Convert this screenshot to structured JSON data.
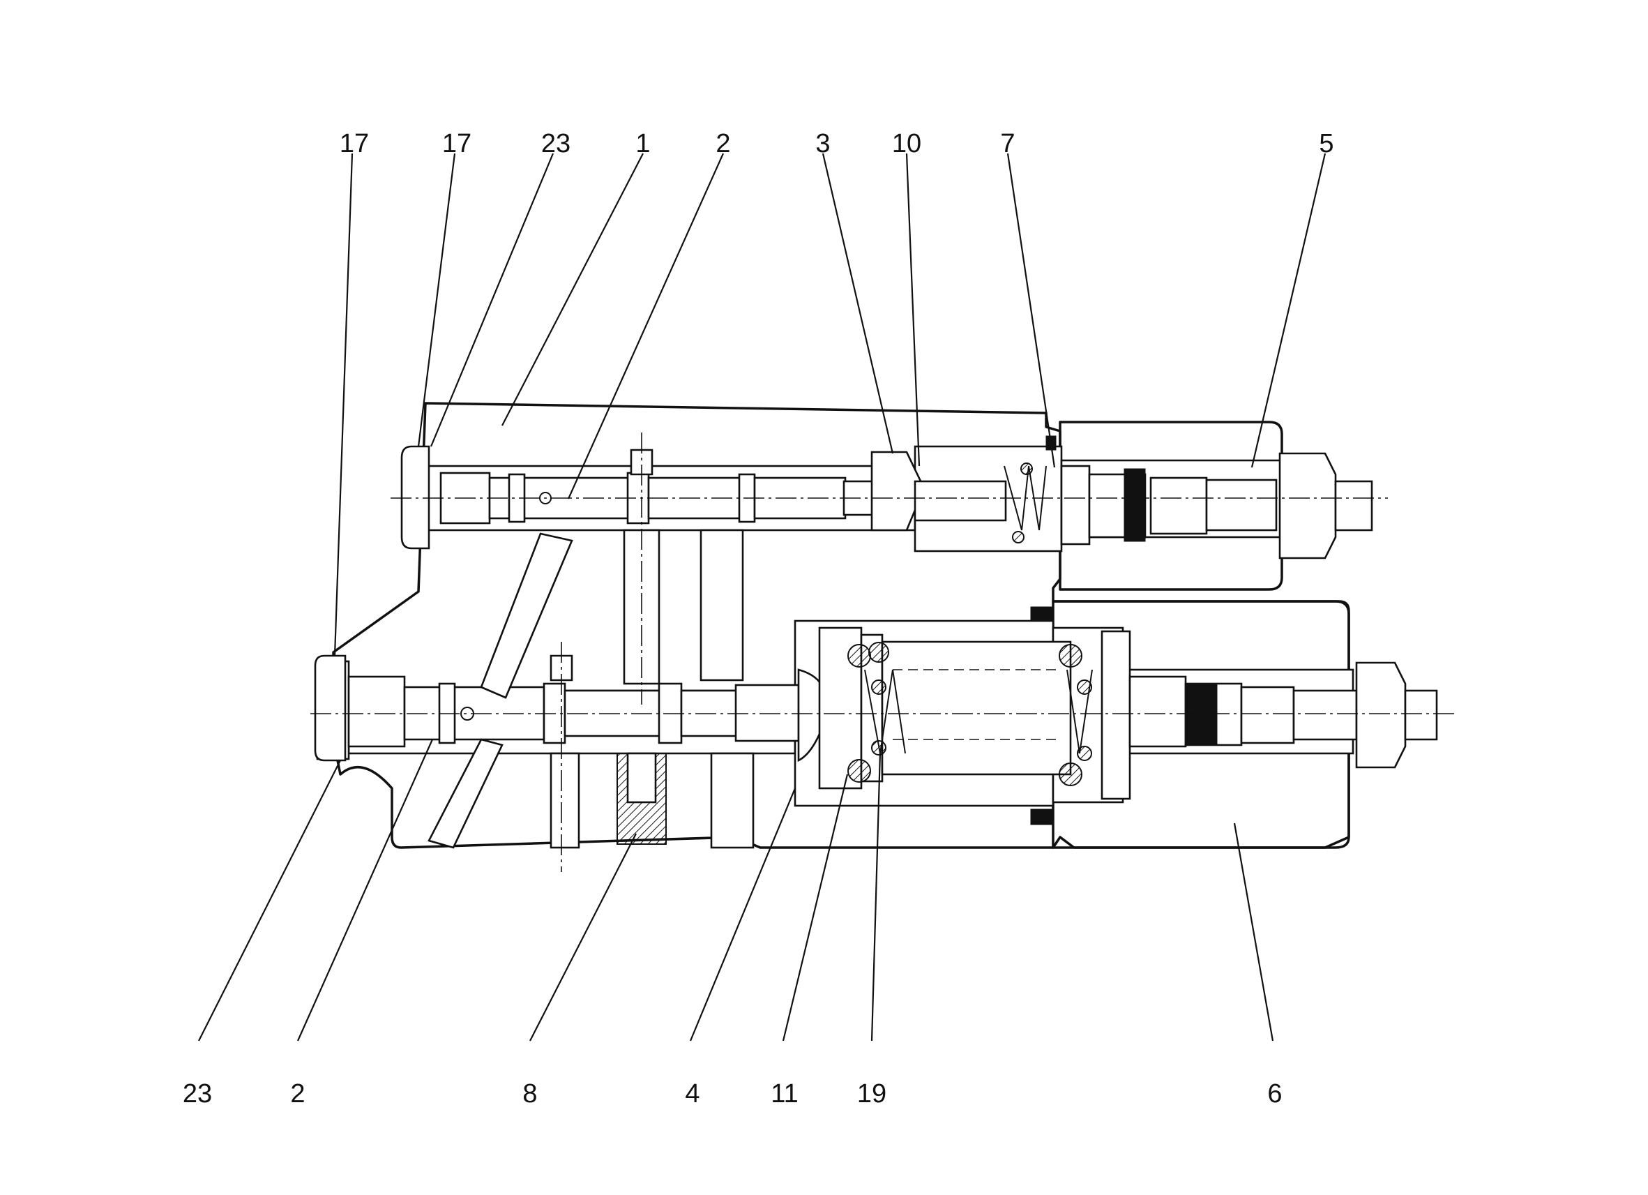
{
  "callouts_top": [
    "17",
    "17",
    "23",
    "1",
    "2",
    "3",
    "10",
    "7",
    "5"
  ],
  "callouts_bottom": [
    "23",
    "2",
    "8",
    "4",
    "11",
    "19",
    "6"
  ],
  "icons": [
    "valve-body-section",
    "spool",
    "spring",
    "nut",
    "seal-ring"
  ]
}
